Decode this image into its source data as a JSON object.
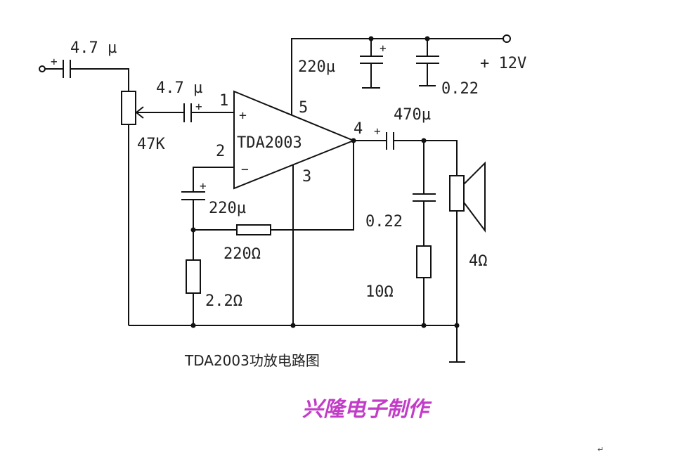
{
  "labels": {
    "input_cap": "4.7 µ",
    "coupling_cap": "4.7 µ",
    "pot": "47K",
    "chip": "TDA2003",
    "pin1": "1",
    "pin2": "2",
    "pin3": "3",
    "pin4": "4",
    "pin5": "5",
    "plus_in": "+",
    "minus_in": "−",
    "supply_cap": "220µ",
    "supply_bypass": "0.22",
    "supply": "+ 12V",
    "output_cap": "470µ",
    "zobel_cap": "0.22",
    "zobel_res": "10Ω",
    "speaker": "4Ω",
    "fb_cap": "220µ",
    "fb_res": "220Ω",
    "gain_res": "2.2Ω",
    "plus": "+"
  },
  "caption": "TDA2003功放电路图",
  "brand": "兴隆电子制作",
  "return_mark": "↵"
}
